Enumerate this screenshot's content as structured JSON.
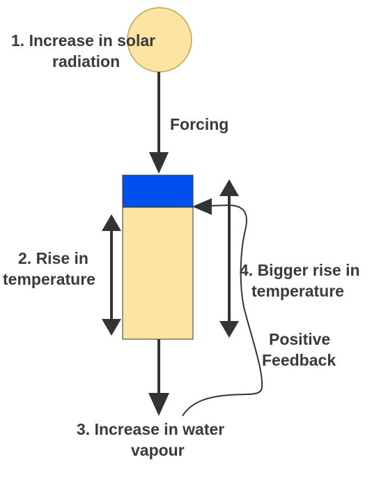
{
  "labels": {
    "solar_line1": "1. Increase in solar",
    "solar_line2": "radiation",
    "forcing": "Forcing",
    "rise_line1": "2. Rise in",
    "rise_line2": "temperature",
    "vapour_line1": "3. Increase in water",
    "vapour_line2": "vapour",
    "bigger_line1": "4. Bigger rise in",
    "bigger_line2": "temperature",
    "feedback_line1": "Positive",
    "feedback_line2": "Feedback"
  },
  "colors": {
    "sun_fill": "#fde4a0",
    "sun_stroke": "#b8a060",
    "box_fill": "#fde4a0",
    "box_top": "#0050f0",
    "arrow": "#333333",
    "text": "#3a3a3a"
  }
}
